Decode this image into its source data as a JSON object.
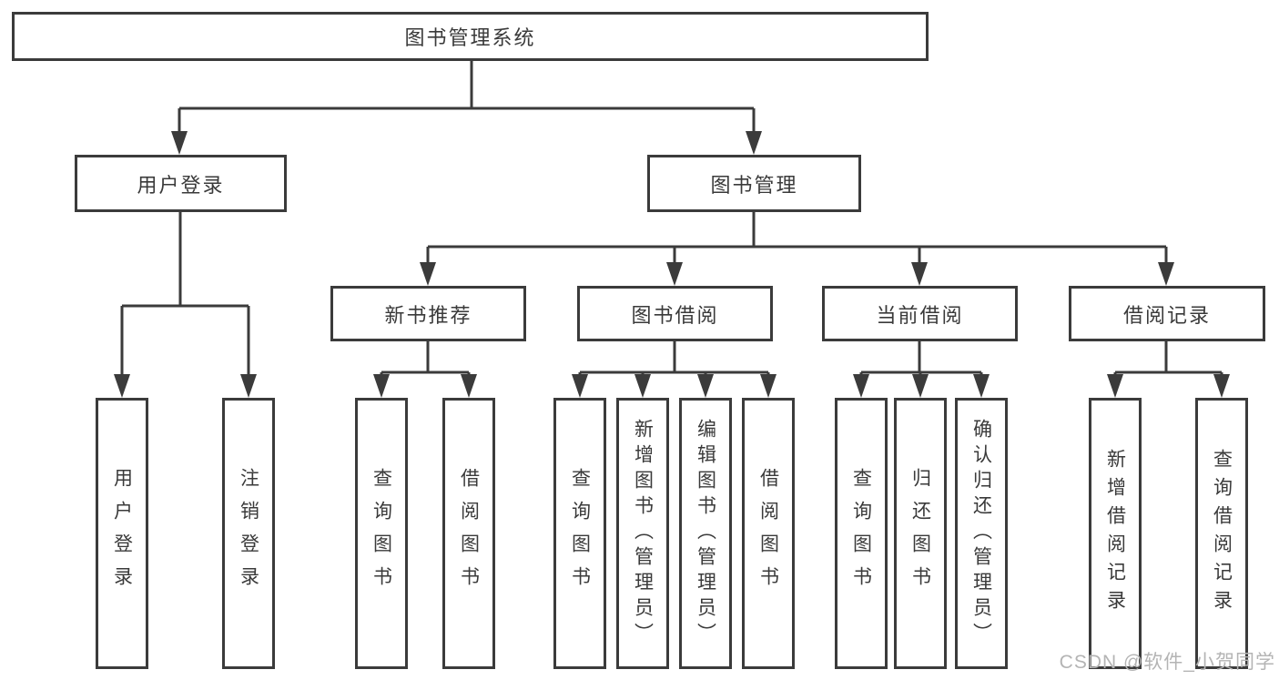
{
  "colors": {
    "line": "#3b3b3b",
    "text": "#3a3a3a",
    "watermark": "#b4b4b4",
    "background": "#ffffff"
  },
  "watermark": {
    "text": "CSDN @软件_小贺同学"
  },
  "tree": {
    "root": {
      "label": "图书管理系统"
    },
    "children": [
      {
        "label": "用户登录",
        "children": [
          {
            "label": "用户登录"
          },
          {
            "label": "注销登录"
          }
        ]
      },
      {
        "label": "图书管理",
        "children": [
          {
            "label": "新书推荐",
            "children": [
              {
                "label": "查询图书"
              },
              {
                "label": "借阅图书"
              }
            ]
          },
          {
            "label": "图书借阅",
            "children": [
              {
                "label": "查询图书"
              },
              {
                "label": "新增图书（管理员）"
              },
              {
                "label": "编辑图书（管理员）"
              },
              {
                "label": "借阅图书"
              }
            ]
          },
          {
            "label": "当前借阅",
            "children": [
              {
                "label": "查询图书"
              },
              {
                "label": "归还图书"
              },
              {
                "label": "确认归还（管理员）"
              }
            ]
          },
          {
            "label": "借阅记录",
            "children": [
              {
                "label": "新增借阅记录"
              },
              {
                "label": "查询借阅记录"
              }
            ]
          }
        ]
      }
    ]
  }
}
